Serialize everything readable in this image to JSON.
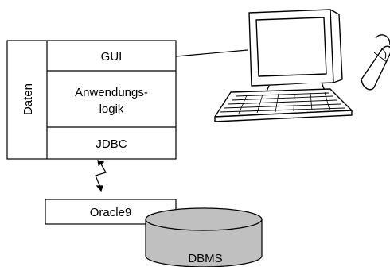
{
  "diagram": {
    "side_label": "Daten",
    "layers": [
      "GUI",
      "Anwendungs-",
      "logik",
      "JDBC"
    ],
    "driver": "Oracle9",
    "database": "DBMS"
  }
}
